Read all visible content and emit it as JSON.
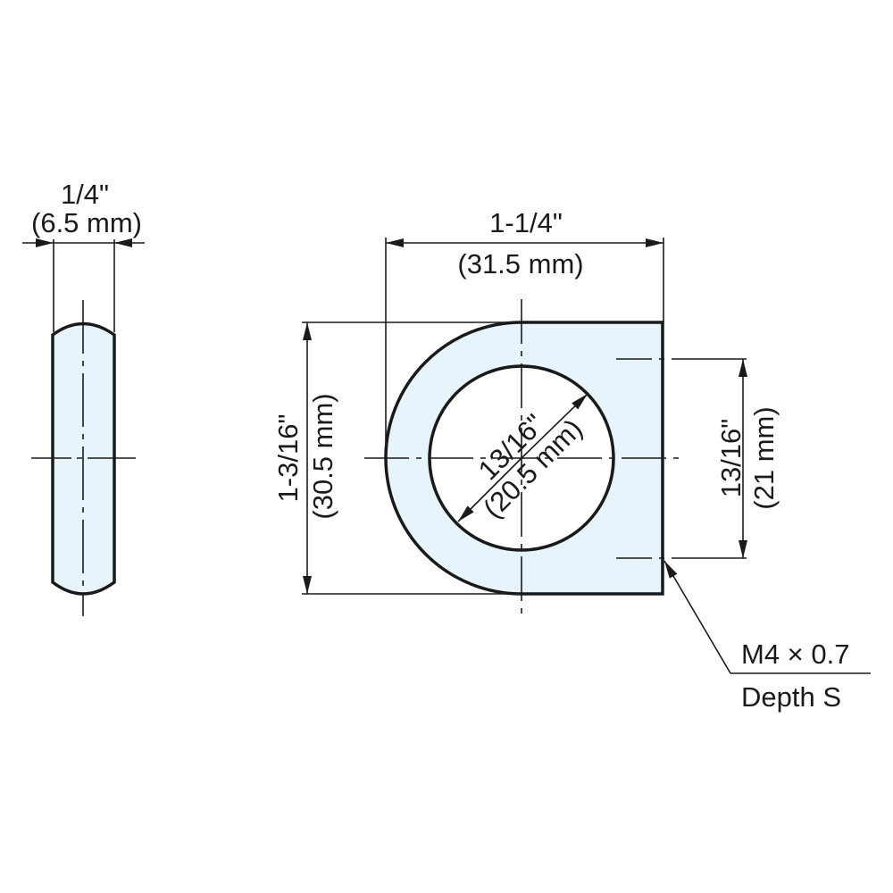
{
  "drawing": {
    "title": "D-shaped handle mounting block technical drawing",
    "fill_color": "#e8f4fc",
    "line_color": "#1a1a1a",
    "side_view": {
      "thickness_in": "1/4\"",
      "thickness_mm": "(6.5 mm)"
    },
    "front_view": {
      "width_in": "1-1/4\"",
      "width_mm": "(31.5 mm)",
      "height_in": "1-3/16\"",
      "height_mm": "(30.5 mm)",
      "hole_diameter_in": "13/16\"",
      "hole_diameter_mm": "(20.5 mm)",
      "hole_spacing_in": "13/16\"",
      "hole_spacing_mm": "(21 mm)"
    },
    "callout": {
      "thread": "M4 × 0.7",
      "depth": "Depth S"
    }
  }
}
